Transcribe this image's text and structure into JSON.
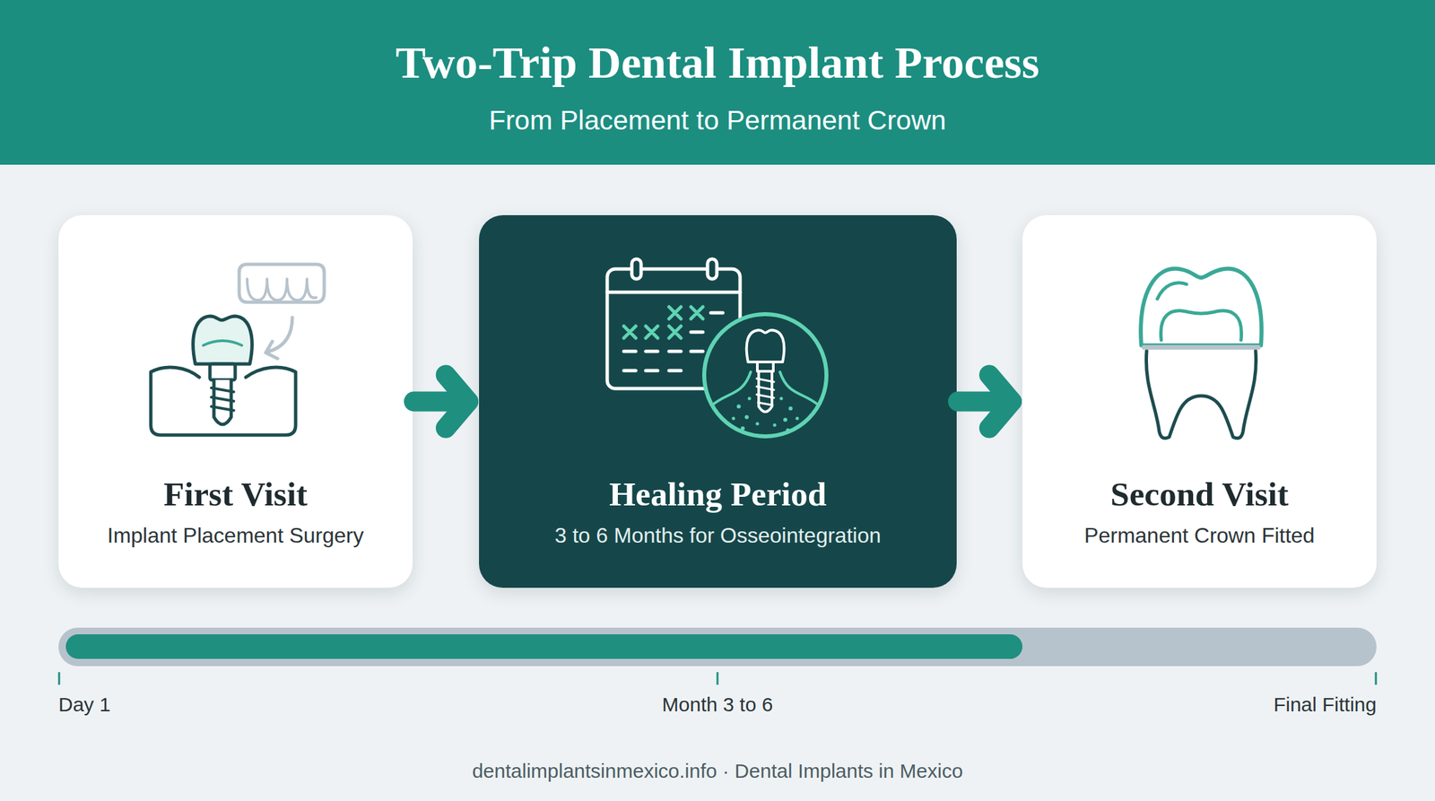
{
  "diagram": {
    "title": "Two-Trip Dental Implant Process",
    "caption": "dentalimplantsinmexico.info · Dental Implants in Mexico",
    "nodes": [
      {
        "text": [
          "First Visit",
          "Implant Placement Surgery"
        ]
      },
      {
        "text": [
          "Healing Period",
          "3 to 6 Months for Osseointegration"
        ]
      },
      {
        "text": [
          "Second Visit",
          "Permanent Crown Fitted"
        ]
      }
    ],
    "edges": [
      {
        "from": 0,
        "to": 1,
        "arrow": "to"
      },
      {
        "from": 1,
        "to": 2,
        "arrow": "to"
      }
    ],
    "labels": [
      "From Placement to Permanent Crown",
      "Day 1",
      "Month 3 to 6",
      "Final Fitting"
    ]
  }
}
